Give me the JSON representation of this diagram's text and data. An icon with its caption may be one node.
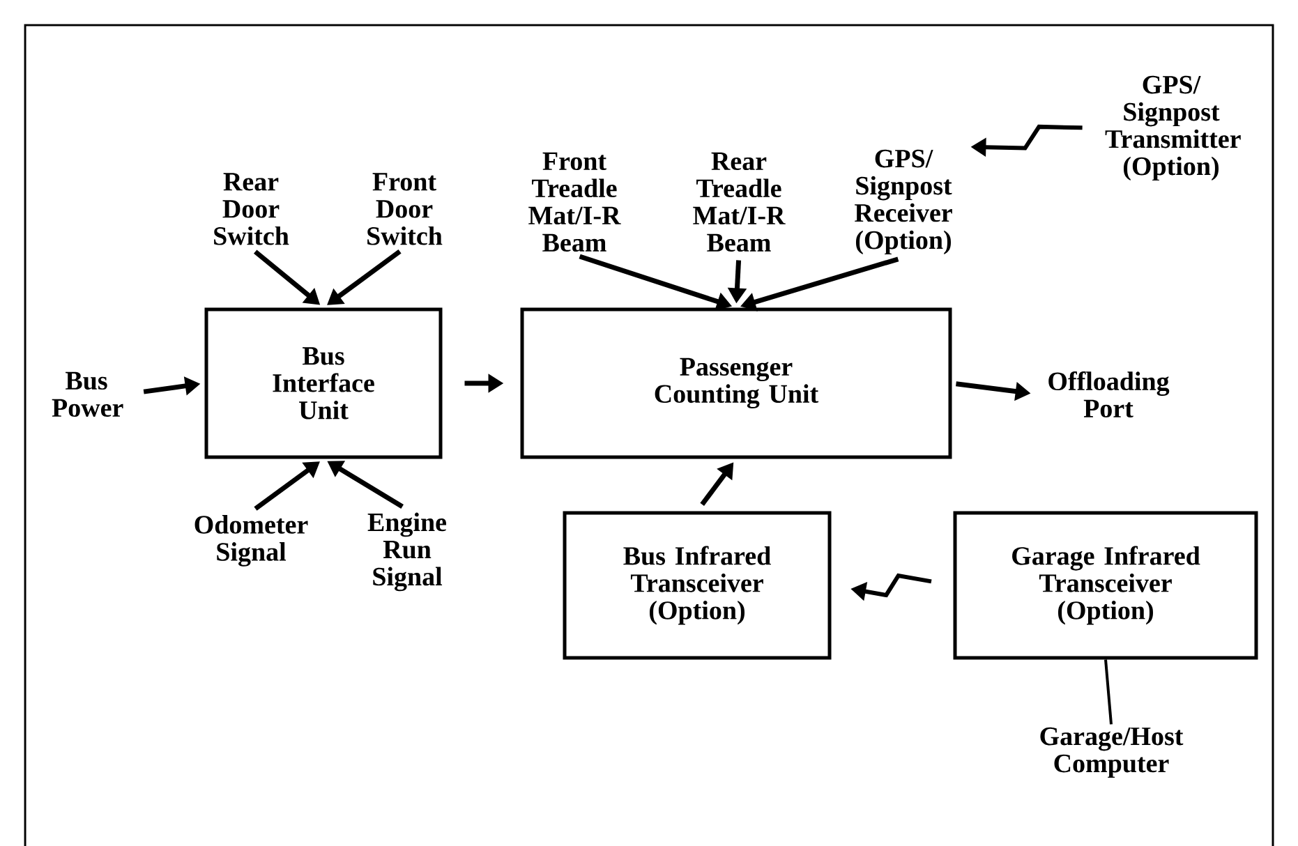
{
  "diagram": {
    "nodes": [
      {
        "text": [
          "Bus Power"
        ]
      },
      {
        "text": [
          "Rear Door Switch"
        ]
      },
      {
        "text": [
          "Front Door Switch"
        ]
      },
      {
        "text": [
          "Bus Interface Unit"
        ]
      },
      {
        "text": [
          "Odometer Signal"
        ]
      },
      {
        "text": [
          "Engine Run Signal"
        ]
      },
      {
        "text": [
          "Front Treadle Mat/I-R Beam"
        ]
      },
      {
        "text": [
          "Rear Treadle Mat/I-R Beam"
        ]
      },
      {
        "text": [
          "GPS/ Signpost Receiver (Option)"
        ]
      },
      {
        "text": [
          "GPS/ Signpost Transmitter (Option)"
        ]
      },
      {
        "text": [
          "Passenger Counting Unit"
        ]
      },
      {
        "text": [
          "Offloading Port"
        ]
      },
      {
        "text": [
          "Bus Infrared Transceiver (Option)"
        ]
      },
      {
        "text": [
          "Garage Infrared Transceiver (Option)"
        ]
      },
      {
        "text": [
          "Garage/Host Computer"
        ]
      }
    ],
    "edges": [
      {
        "from": 0,
        "to": 3,
        "arrow": "to"
      },
      {
        "from": 1,
        "to": 3,
        "arrow": "to"
      },
      {
        "from": 2,
        "to": 3,
        "arrow": "to"
      },
      {
        "from": 4,
        "to": 3,
        "arrow": "to"
      },
      {
        "from": 5,
        "to": 3,
        "arrow": "to"
      },
      {
        "from": 3,
        "to": 10,
        "arrow": "to"
      },
      {
        "from": 6,
        "to": 10,
        "arrow": "to"
      },
      {
        "from": 7,
        "to": 10,
        "arrow": "to"
      },
      {
        "from": 8,
        "to": 10,
        "arrow": "to"
      },
      {
        "from": 9,
        "to": 8,
        "arrow": "to"
      },
      {
        "from": 10,
        "to": 11,
        "arrow": "to"
      },
      {
        "from": 12,
        "to": 10,
        "arrow": "to"
      },
      {
        "from": 13,
        "to": 12,
        "arrow": "to"
      },
      {
        "from": 13,
        "to": 14,
        "arrow": "none"
      }
    ]
  }
}
